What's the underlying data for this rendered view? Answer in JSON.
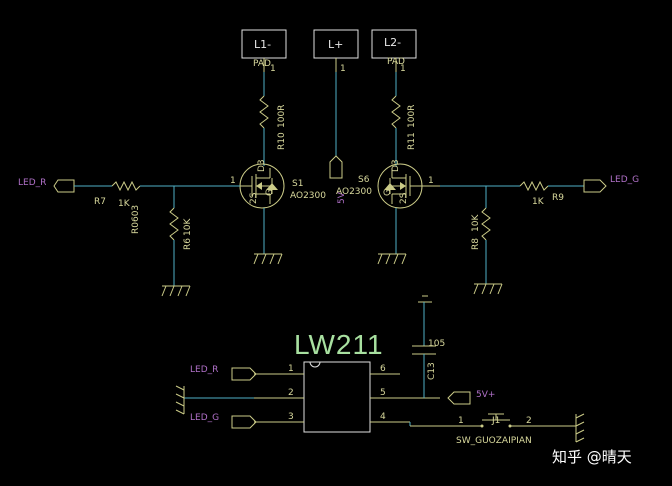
{
  "pads": {
    "l1_minus": "L1-",
    "l_plus": "L+",
    "l2_minus": "L2-",
    "pad_text": "PAD",
    "pad_pin": "1"
  },
  "nets": {
    "led_r": "LED_R",
    "led_g": "LED_G",
    "five_v": "5V+"
  },
  "resistors": {
    "r7": "R7",
    "r7_value": "1K",
    "r7_package": "R0603",
    "r6": "R6",
    "r6_value": "10K",
    "r9": "R9",
    "r9_value": "1K",
    "r8": "R8",
    "r8_value": "10K",
    "r10": "R10",
    "r10_value": "100R",
    "r11": "R11",
    "r11_value": "100R"
  },
  "mosfets": {
    "s1": "S1",
    "s1_part": "AO2300",
    "s6": "S6",
    "s6_part": "AO2300",
    "pin_g": "1",
    "pin_d": "D3",
    "pin_s": "2S",
    "pin_gl": "G"
  },
  "ic": {
    "name": "LW211",
    "pin1": "1",
    "pin2": "2",
    "pin3": "3",
    "pin4": "4",
    "pin5": "5",
    "pin6": "6"
  },
  "capacitor": {
    "ref": "C13",
    "value": "105"
  },
  "switch": {
    "name": "SW_GUOZAIPIAN",
    "ref": "J1",
    "pin1": "1",
    "pin2": "2"
  },
  "misc": {
    "five_v_short": "5V"
  },
  "watermark": "知乎 @晴天"
}
